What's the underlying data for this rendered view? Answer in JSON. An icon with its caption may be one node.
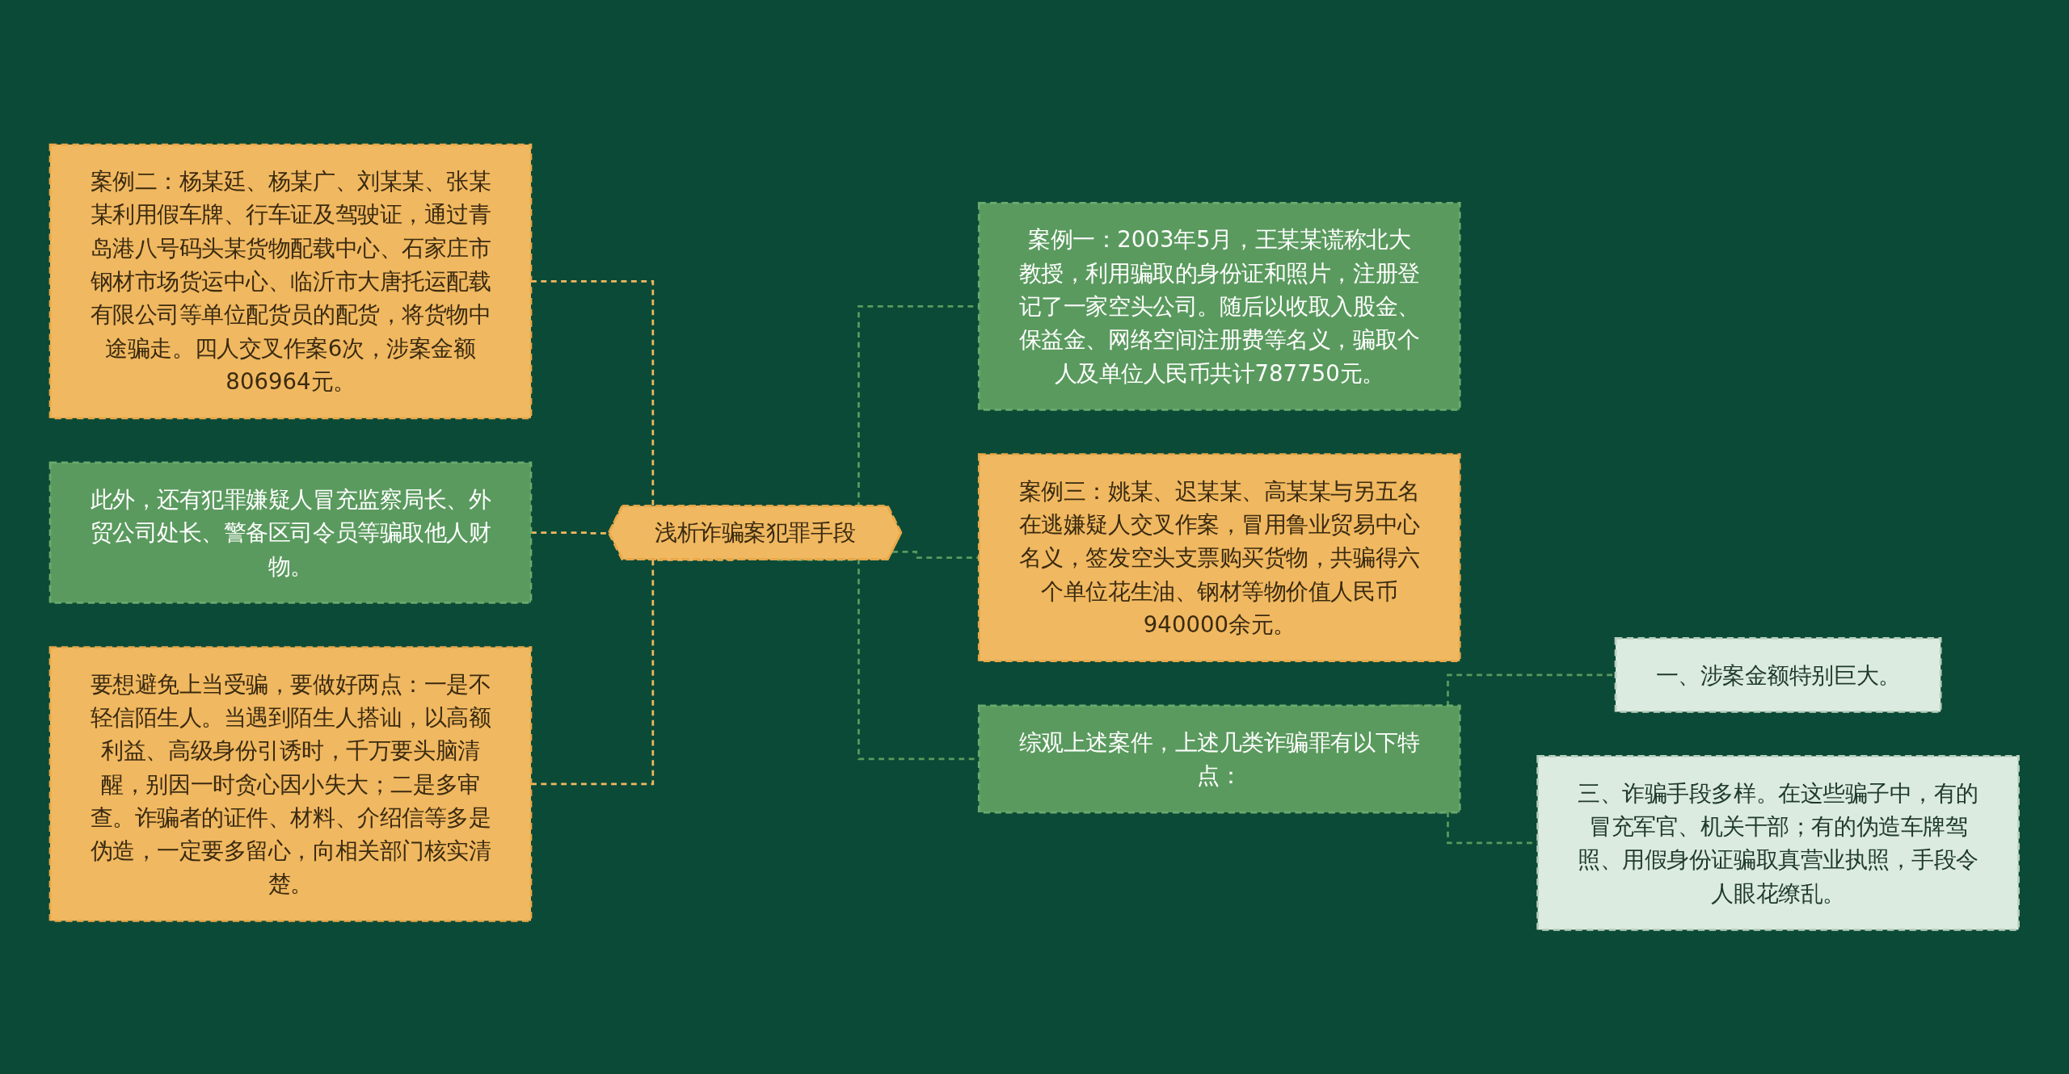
{
  "diagram": {
    "nodes": [
      {
        "text": [
          "浅析诈骗案犯罪手段"
        ]
      },
      {
        "text": [
          "案例二：杨某廷、杨某广、刘某某、张某某利用假车牌、行车证及驾驶证，通过青岛港八号码头某货物配载中心、石家庄市钢材市场货运中心、临沂市大唐托运配载有限公司等单位配货员的配货，将货物中途骗走。四人交叉作案6次，涉案金额806964元。"
        ]
      },
      {
        "text": [
          "此外，还有犯罪嫌疑人冒充监察局长、外贸公司处长、警备区司令员等骗取他人财物。"
        ]
      },
      {
        "text": [
          "要想避免上当受骗，要做好两点：一是不轻信陌生人。当遇到陌生人搭讪，以高额利益、高级身份引诱时，千万要头脑清醒，别因一时贪心因小失大；二是多审查。诈骗者的证件、材料、介绍信等多是伪造，一定要多留心，向相关部门核实清楚。"
        ]
      },
      {
        "text": [
          "案例一：2003年5月，王某某谎称北大教授，利用骗取的身份证和照片，注册登记了一家空头公司。随后以收取入股金、保益金、网络空间注册费等名义，骗取个人及单位人民币共计787750元。"
        ]
      },
      {
        "text": [
          "案例三：姚某、迟某某、高某某与另五名在逃嫌疑人交叉作案，冒用鲁业贸易中心名义，签发空头支票购买货物，共骗得六个单位花生油、钢材等物价值人民币940000余元。"
        ]
      },
      {
        "text": [
          "综观上述案件，上述几类诈骗罪有以下特点："
        ]
      },
      {
        "text": [
          "一、涉案金额特别巨大。"
        ]
      },
      {
        "text": [
          "三、诈骗手段多样。在这些骗子中，有的冒充军官、机关干部；有的伪造车牌驾照、用假身份证骗取真营业执照，手段令人眼花缭乱。"
        ]
      }
    ],
    "edges": [
      {
        "from": 1,
        "to": 0,
        "arrow": "none",
        "style": "dashed",
        "color": "#f0b860"
      },
      {
        "from": 2,
        "to": 0,
        "arrow": "none",
        "style": "dashed",
        "color": "#f0b860"
      },
      {
        "from": 3,
        "to": 0,
        "arrow": "none",
        "style": "dashed",
        "color": "#f0b860"
      },
      {
        "from": 0,
        "to": 4,
        "arrow": "none",
        "style": "dashed"
      },
      {
        "from": 0,
        "to": 5,
        "arrow": "none",
        "style": "dashed"
      },
      {
        "from": 0,
        "to": 6,
        "arrow": "none",
        "style": "dashed"
      },
      {
        "from": 6,
        "to": 7,
        "arrow": "none",
        "style": "dashed"
      },
      {
        "from": 6,
        "to": 8,
        "arrow": "none",
        "style": "dashed"
      }
    ]
  }
}
